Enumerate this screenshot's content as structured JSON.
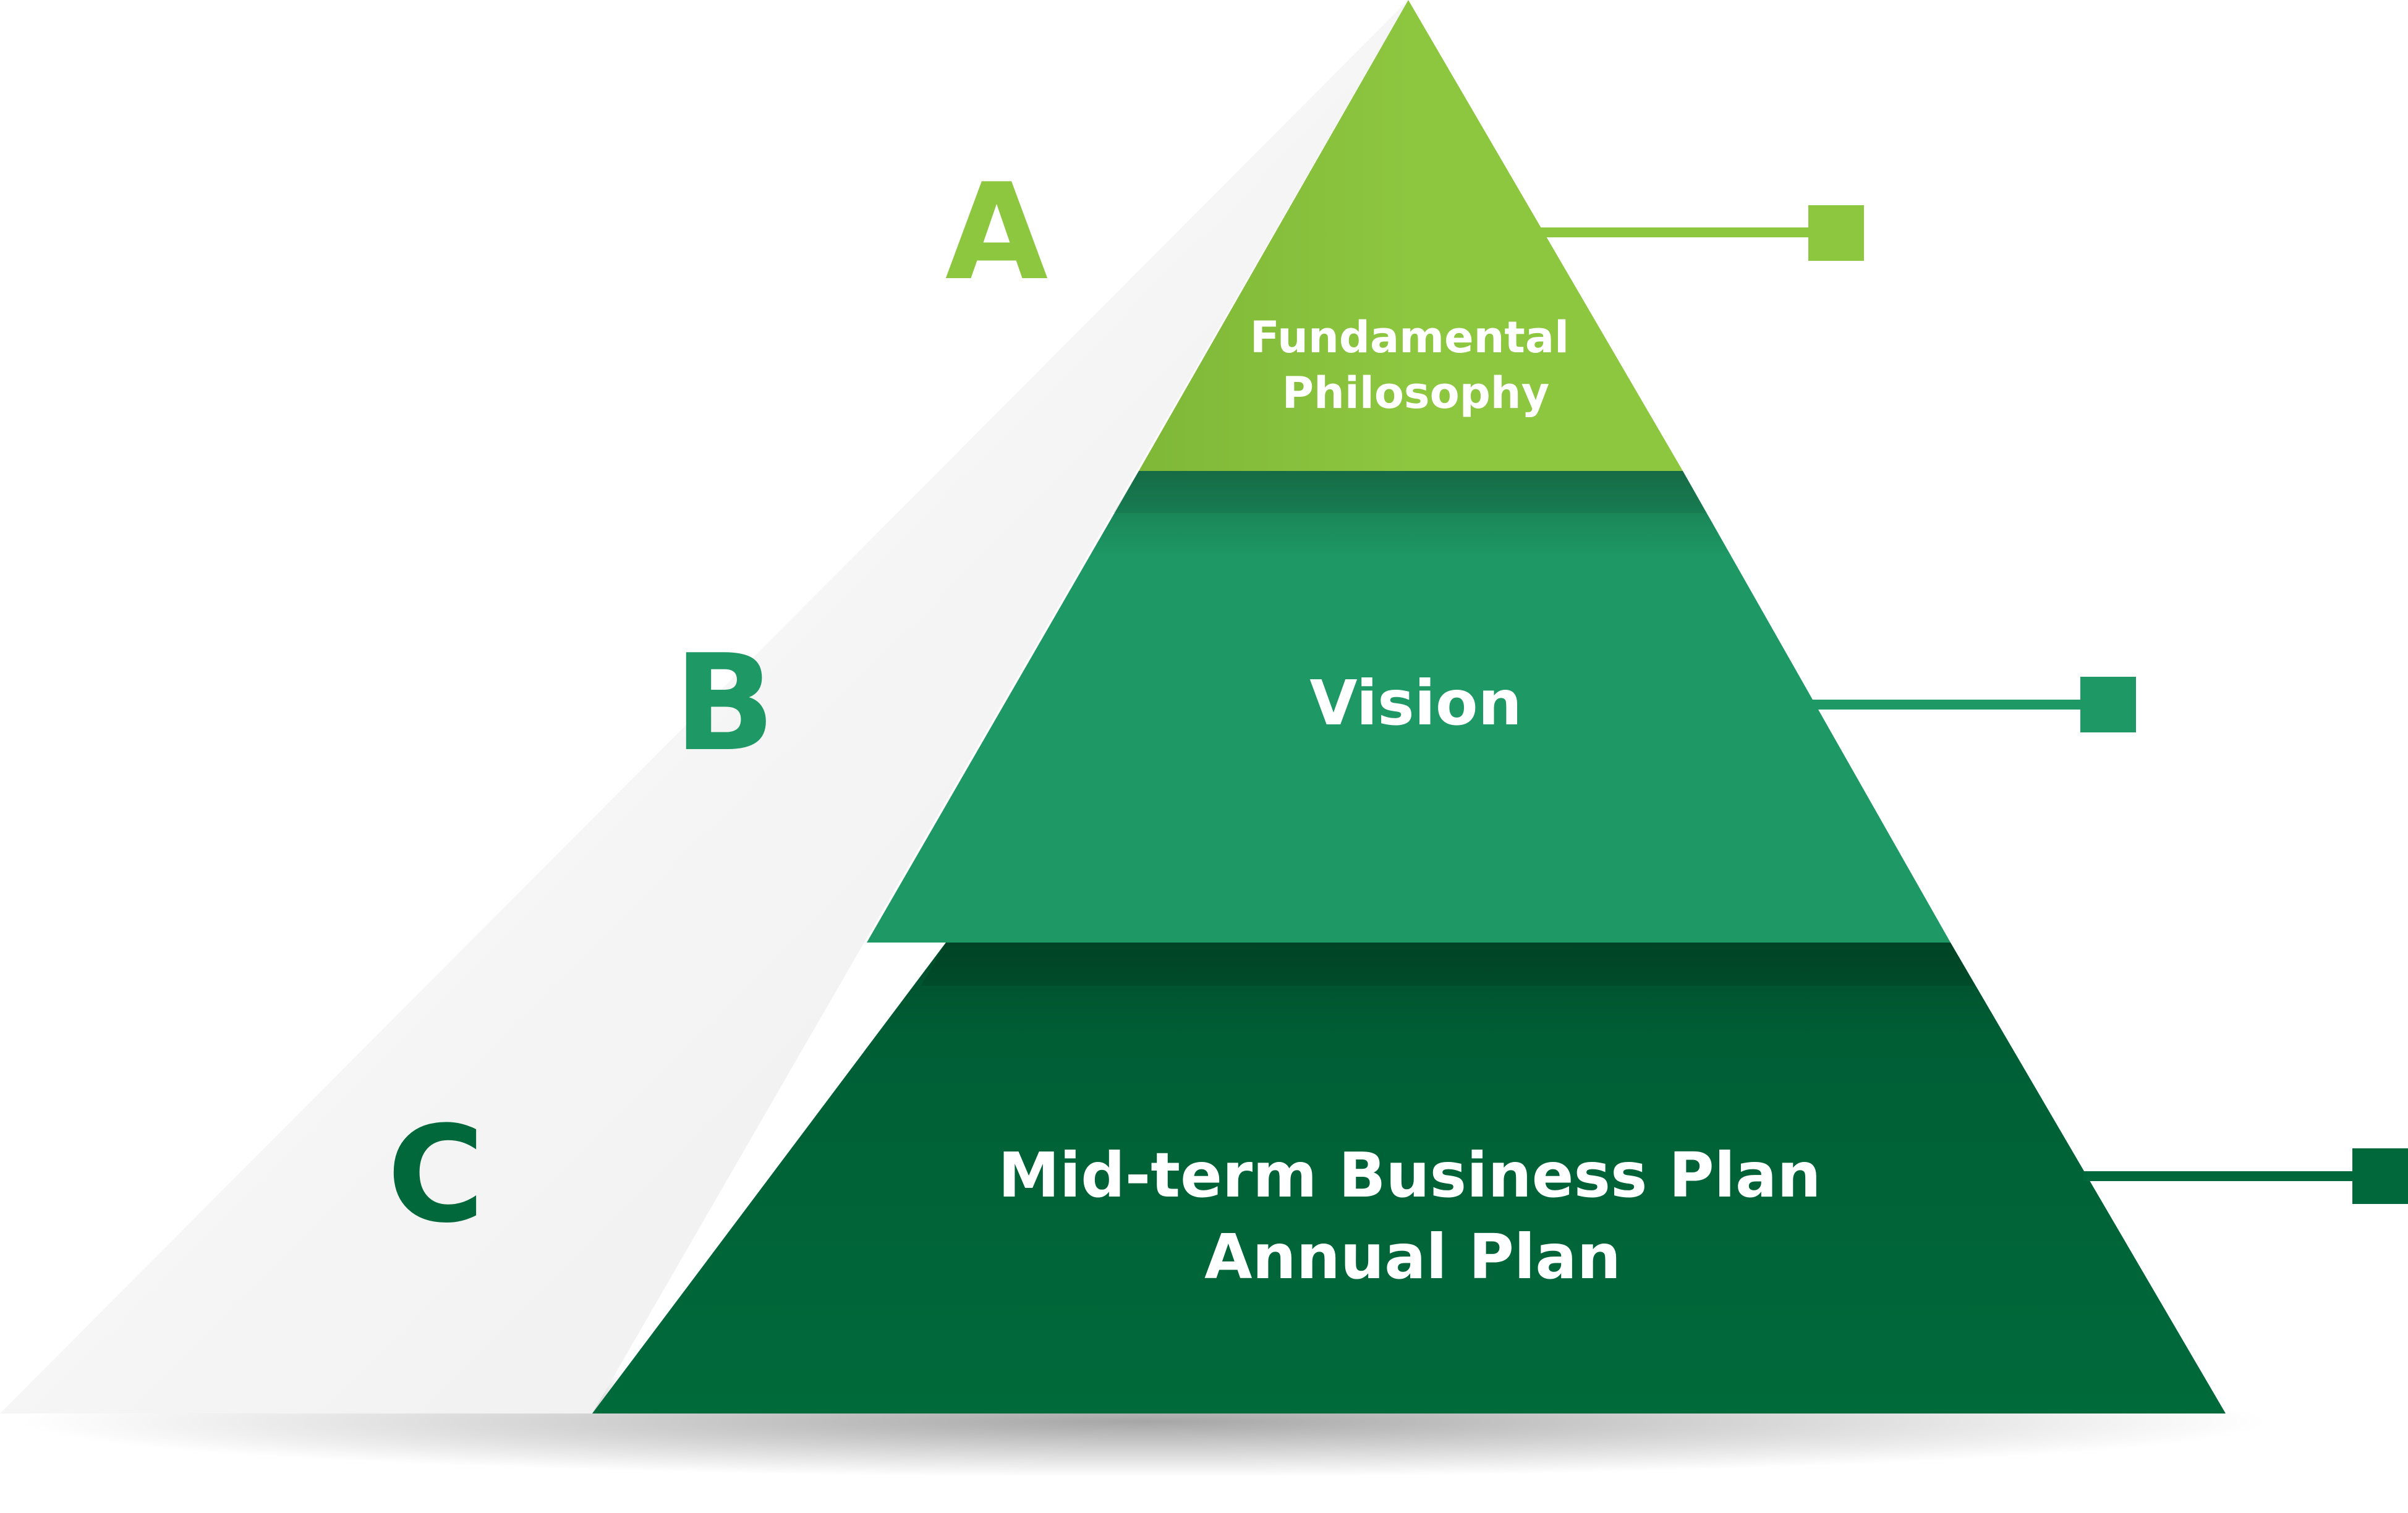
{
  "diagram": {
    "tiers": [
      {
        "letter": "A",
        "label_lines": [
          "Fundamental",
          "Philosophy"
        ],
        "color": "#8dc63f"
      },
      {
        "letter": "B",
        "label_lines": [
          "Vision"
        ],
        "color": "#1e9865"
      },
      {
        "letter": "C",
        "label_lines": [
          "Mid-term Business Plan",
          "Annual Plan"
        ],
        "color": "#00683a"
      }
    ],
    "side_face_color": "#f2f2f2",
    "background": "#ffffff"
  }
}
